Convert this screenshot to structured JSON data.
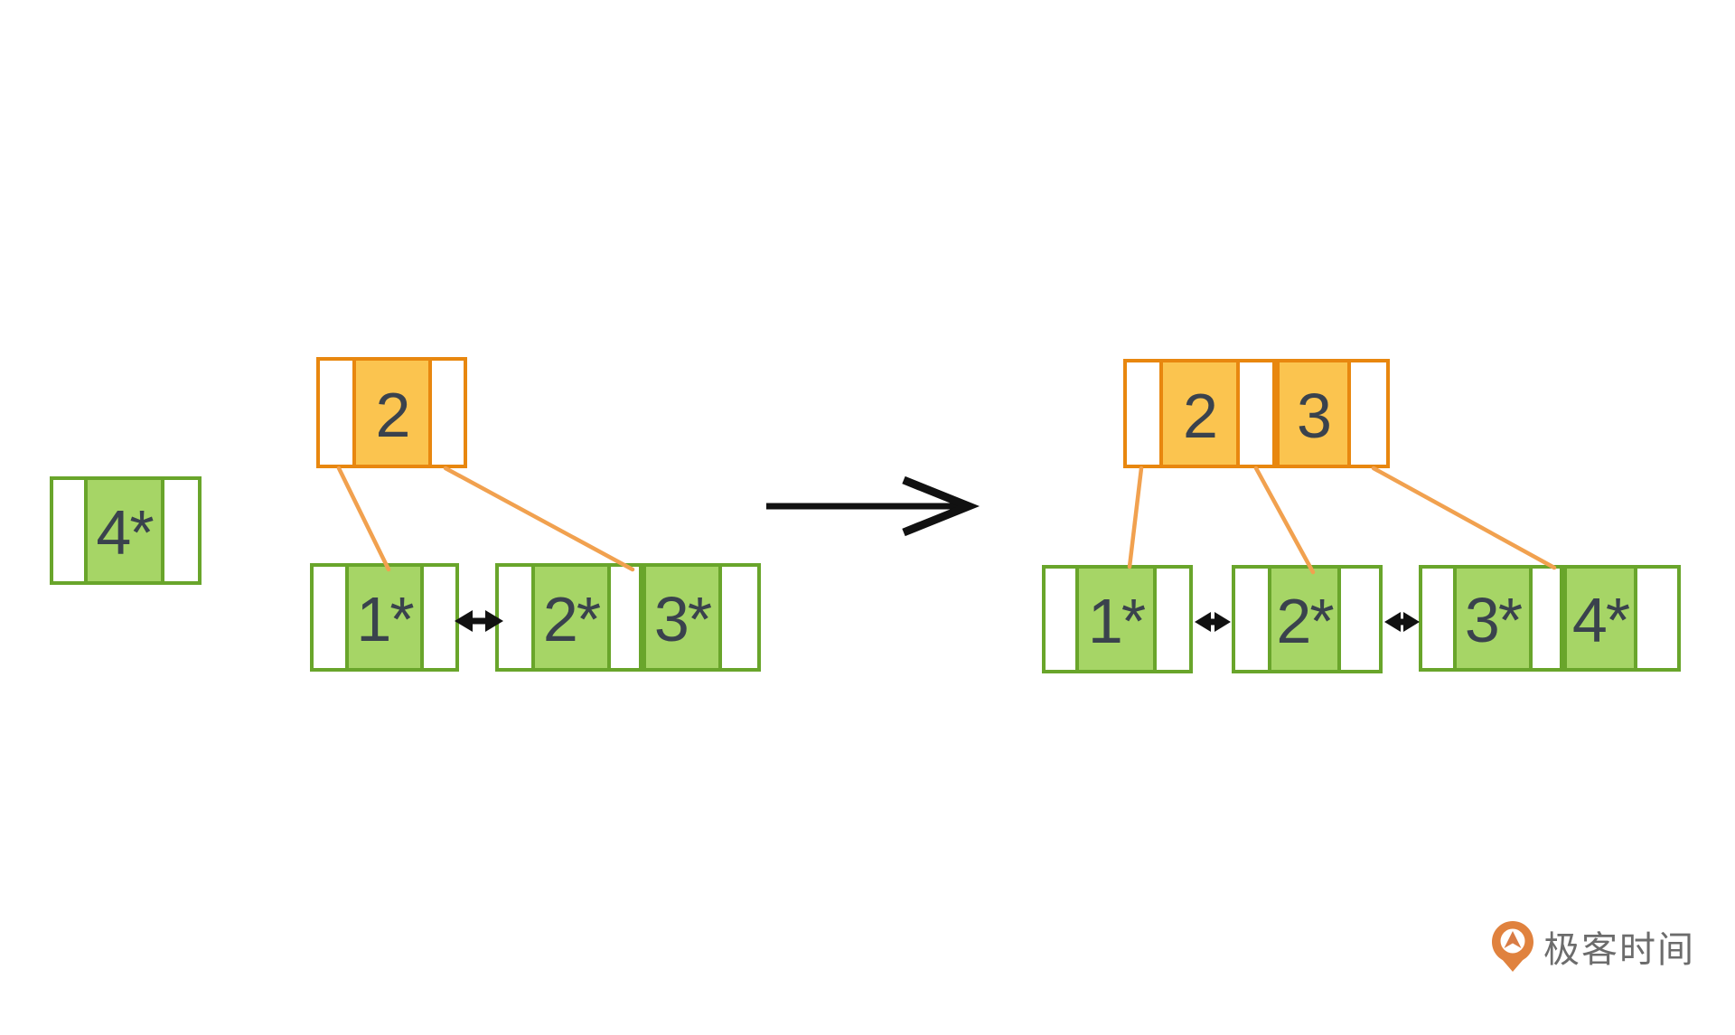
{
  "diagram": {
    "type": "bplus-tree-insert-split",
    "standalone_record": "4*",
    "before": {
      "root_keys": [
        "2"
      ],
      "leaves": [
        [
          "1*"
        ],
        [
          "2*",
          "3*"
        ]
      ]
    },
    "after": {
      "root_keys": [
        "2",
        "3"
      ],
      "leaves": [
        [
          "1*"
        ],
        [
          "2*"
        ],
        [
          "3*",
          "4*"
        ]
      ]
    }
  },
  "colors": {
    "orange_border": "#E8870F",
    "orange_fill": "#FBC44F",
    "edge_line": "#F1A14F",
    "green_border": "#69A52B",
    "green_fill": "#A6D566",
    "text": "#3A424D",
    "arrow_black": "#111111",
    "logo_orange": "#E0823E",
    "logo_text": "#6C6C6C"
  },
  "logo": {
    "icon": "geektime-pin-icon",
    "text": "极客时间"
  }
}
